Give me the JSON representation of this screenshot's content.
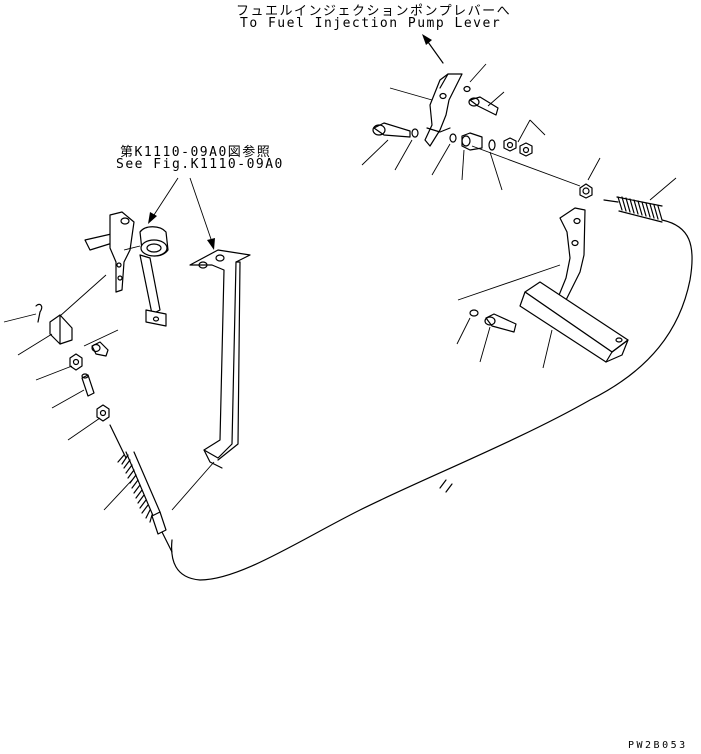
{
  "labels": {
    "top_jp": "フュエルインジェクションポンプレバーへ",
    "top_en": "To Fuel Injection Pump Lever",
    "ref_jp": "第K1110-09A0図参照",
    "ref_en": "See Fig.K1110-09A0",
    "drawing_code": "PW2B053"
  }
}
